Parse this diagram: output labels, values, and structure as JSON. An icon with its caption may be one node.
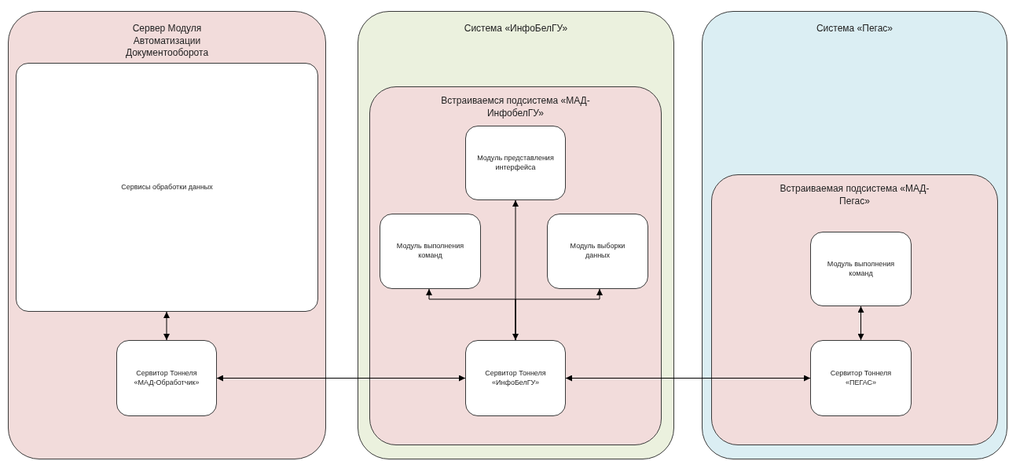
{
  "diagram": {
    "nodes": [
      {
        "text": [
          "Сервер Модуля Автоматизации Документооборота"
        ]
      },
      {
        "text": [
          "Сервисы обработки данных"
        ],
        "in": 0
      },
      {
        "text": [
          "Сервитор Тоннеля «МАД-Обработчик»"
        ],
        "in": 0
      },
      {
        "text": [
          "Система «ИнфоБелГУ»"
        ]
      },
      {
        "text": [
          "Встраиваемся подсистема «МАД-ИнфобелГУ»"
        ],
        "in": 3
      },
      {
        "text": [
          "Модуль представления интерфейса"
        ],
        "in": 4
      },
      {
        "text": [
          "Модуль выполнения команд"
        ],
        "in": 4
      },
      {
        "text": [
          "Модуль выборки данных"
        ],
        "in": 4
      },
      {
        "text": [
          "Сервитор Тоннеля «ИнфоБелГУ»"
        ],
        "in": 4
      },
      {
        "text": [
          "Система «Пегас»"
        ]
      },
      {
        "text": [
          "Встраиваемая подсистема «МАД-Пегас»"
        ],
        "in": 9
      },
      {
        "text": [
          "Модуль выполнения команд"
        ],
        "in": 10
      },
      {
        "text": [
          "Сервитор Тоннеля «ПЕГАС»"
        ],
        "in": 10
      }
    ],
    "edges": [
      {
        "from": 1,
        "to": 2,
        "arrow": "both"
      },
      {
        "from": 2,
        "to": 8,
        "arrow": "both"
      },
      {
        "from": 8,
        "to": 12,
        "arrow": "both"
      },
      {
        "from": 5,
        "to": 8,
        "arrow": "both"
      },
      {
        "from": 8,
        "to": 6,
        "arrow": "to"
      },
      {
        "from": 8,
        "to": 7,
        "arrow": "to"
      },
      {
        "from": 11,
        "to": 12,
        "arrow": "both"
      }
    ]
  }
}
